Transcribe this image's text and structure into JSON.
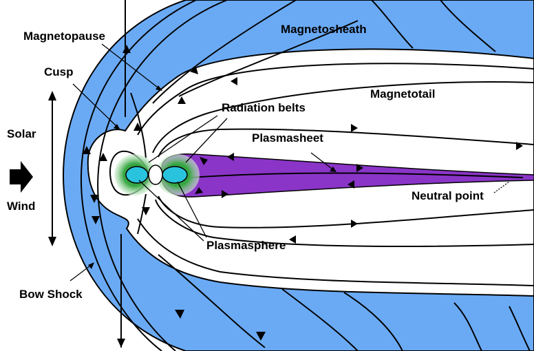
{
  "labels": {
    "magnetosheath": "Magnetosheath",
    "magnetopause": "Magnetopause",
    "cusp": "Cusp",
    "radiation_belts": "Radiation belts",
    "magnetotail": "Magnetotail",
    "solar": "Solar",
    "wind": "Wind",
    "plasmasheet": "Plasmasheet",
    "neutral_point": "Neutral point",
    "plasmasphere": "Plasmasphere",
    "bow_shock": "Bow Shock"
  },
  "colors": {
    "magnetosheath": "#6aaaf5",
    "magnetosphere": "#ffffff",
    "plasmasheet": "#8a35c8",
    "radiation_belts": "#2e9e3c",
    "plasmasphere": "#29c3dd",
    "lines": "#000000"
  }
}
